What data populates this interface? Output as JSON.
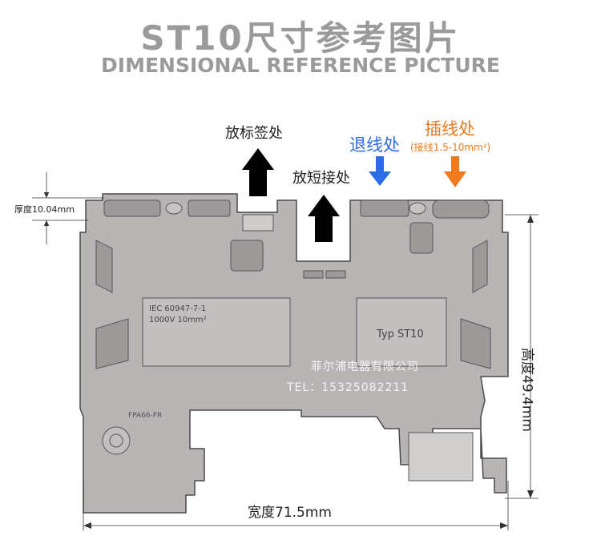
{
  "header": {
    "title_cn": "ST10尺寸参考图片",
    "title_en": "DIMENSIONAL REFERENCE PICTURE"
  },
  "labels": {
    "label_area": "放标签处",
    "bridge_area": "放短接处",
    "release_area": "退线处",
    "insert_area": "插线处",
    "insert_spec": "(接线1.5-10mm²)"
  },
  "dimensions": {
    "thickness": "厚度10.04mm",
    "height": "高度49.4mm",
    "width": "宽度71.5mm"
  },
  "part_markings": {
    "standard": "IEC 60947-7-1",
    "rating": "1000V 10mm²",
    "type": "Typ ST10",
    "mold_code": "FPA66-FR"
  },
  "watermark": {
    "company": "菲尔浦电器有限公司",
    "tel": "TEL：15325082211"
  },
  "colors": {
    "title_gray": "#9a9a9a",
    "blue_arrow": "#2e6be6",
    "orange_arrow": "#f07a1e",
    "body_gray": "#b7b4b3",
    "outline": "#4a4a4a"
  }
}
